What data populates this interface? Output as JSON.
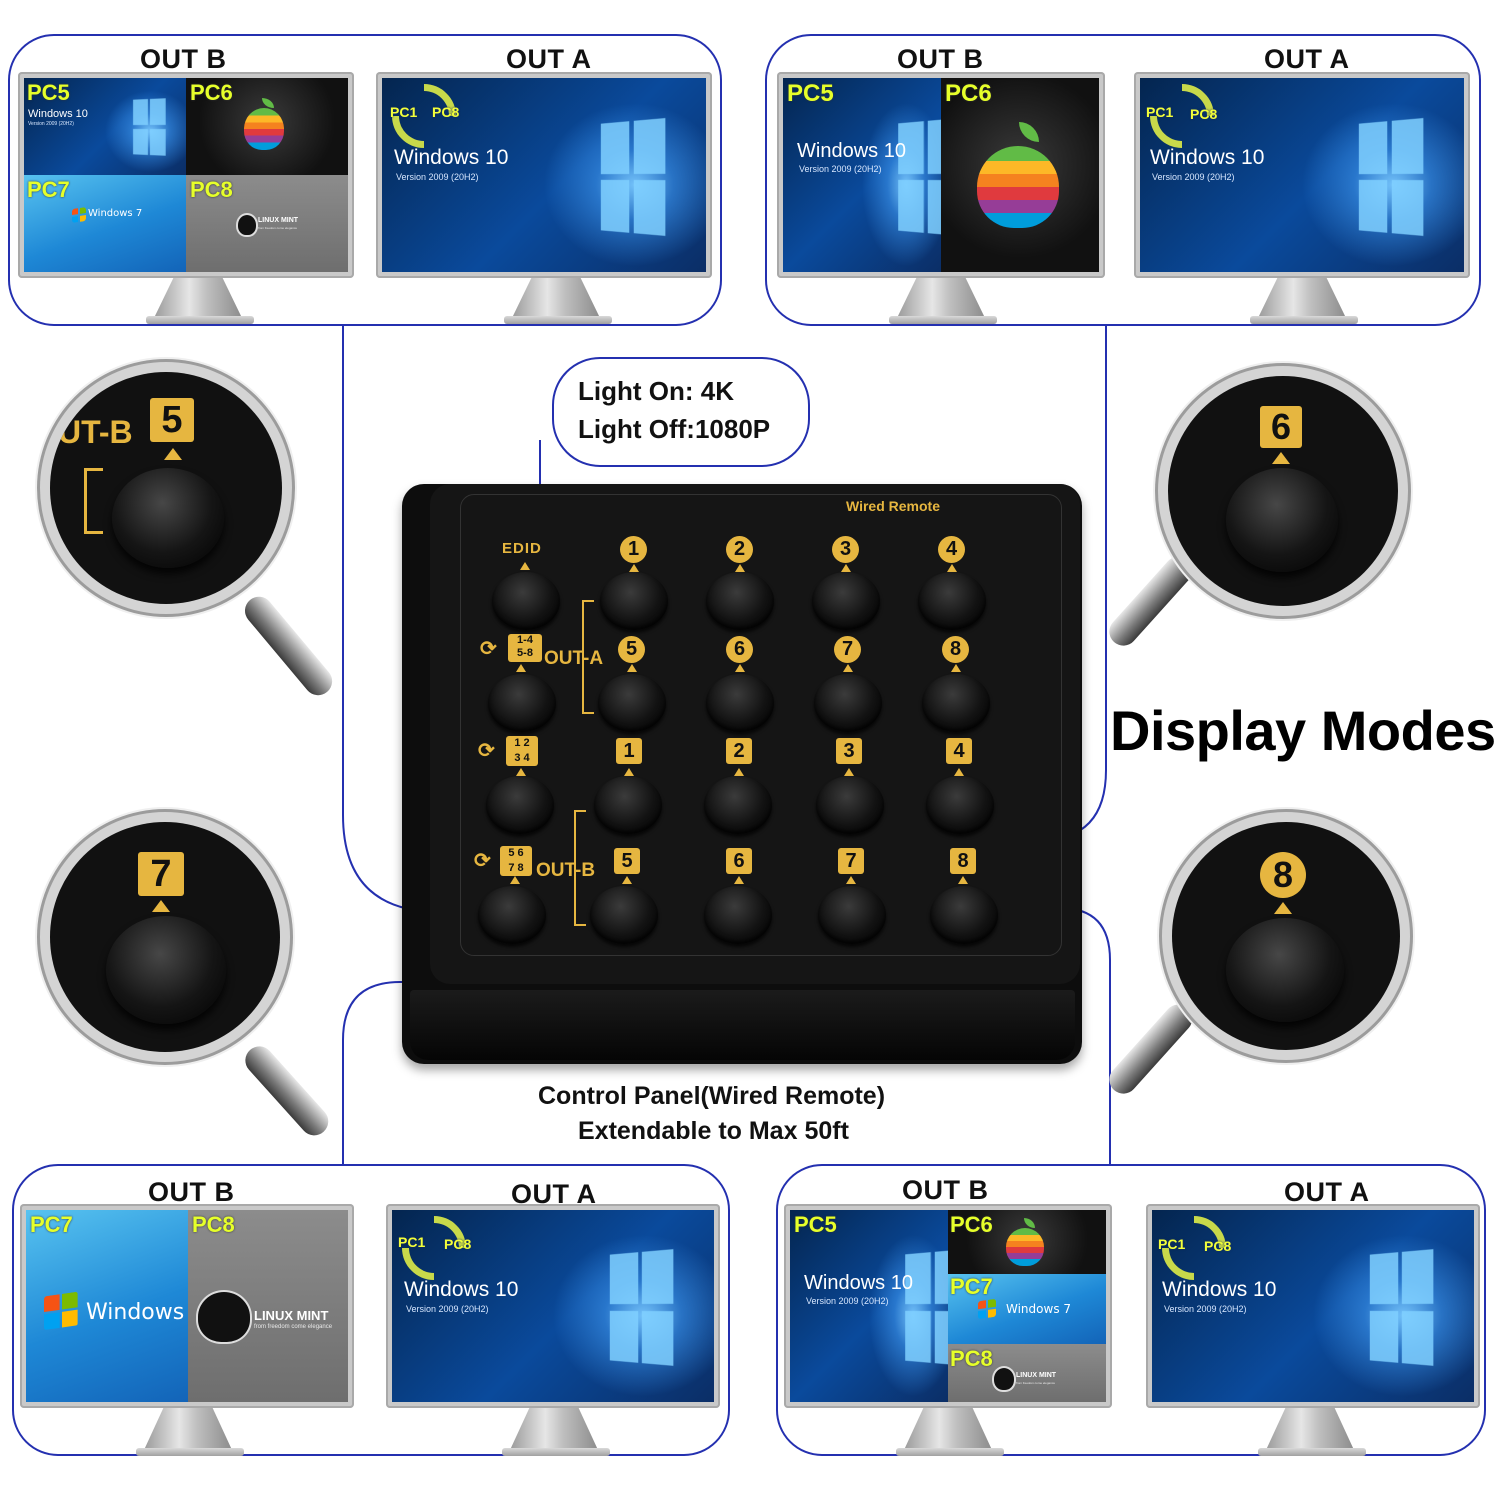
{
  "labels": {
    "out_b": "OUT B",
    "out_a": "OUT A",
    "windows10": "Windows 10",
    "windows10_version": "Version 2009  (20H2)",
    "windows7": "Windows 7",
    "linux_mint": "LINUX MINT",
    "linux_mint_sub": "from freedom come elegance",
    "cycle_pc1": "PC1",
    "cycle_pc8": "PC8"
  },
  "pc_tags": {
    "pc5": "PC5",
    "pc6": "PC6",
    "pc7": "PC7",
    "pc8": "PC8"
  },
  "callout": {
    "line1": "Light On: 4K",
    "line2": "Light Off:1080P"
  },
  "title": "Display Modes",
  "caption": {
    "line1": "Control Panel(Wired Remote)",
    "line2": "Extendable to Max 50ft"
  },
  "remote": {
    "brand": "Wired Remote",
    "edid": "EDID",
    "out_a": "OUT-A",
    "out_b": "OUT-B",
    "mode_quad_a_top": "1-4",
    "mode_quad_a_bottom": "5-8",
    "mode_quad_1": "1",
    "mode_quad_2": "2",
    "mode_quad_3": "3",
    "mode_quad_4": "4",
    "mode_quad_5": "5",
    "mode_quad_6": "6",
    "mode_quad_7": "7",
    "mode_quad_8": "8",
    "row_a1": [
      "1",
      "2",
      "3",
      "4"
    ],
    "row_a2": [
      "5",
      "6",
      "7",
      "8"
    ],
    "row_b1": [
      "1",
      "2",
      "3",
      "4"
    ],
    "row_b2": [
      "5",
      "6",
      "7",
      "8"
    ]
  },
  "magnifiers": {
    "tl_label": "UT-B",
    "tl_num": "5",
    "tr_num": "6",
    "bl_num": "7",
    "br_num": "8"
  },
  "colors": {
    "panel_border": "#2430b0",
    "gold": "#e6b640",
    "pc_tag": "#e6ff2a"
  }
}
